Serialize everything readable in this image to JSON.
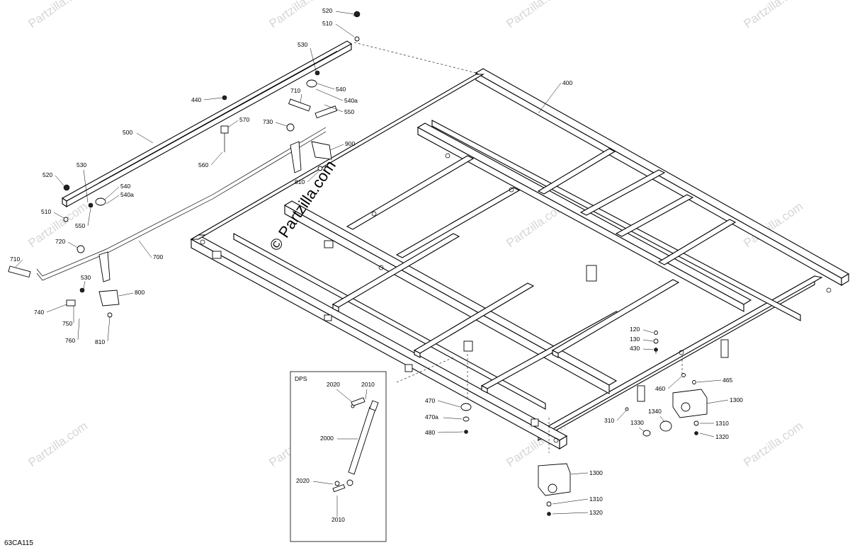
{
  "diagram_code": "63CA115",
  "watermark": {
    "brand": "Partzilla.com",
    "copyright_symbol": "©",
    "center_text": "© Partzilla.com",
    "repeat_text": "Partzilla.com"
  },
  "inset": {
    "title": "DPS",
    "labels": {
      "l2020a": "2020",
      "l2010a": "2010",
      "l2000": "2000",
      "l2020b": "2020",
      "l2010b": "2010"
    }
  },
  "part_labels": {
    "p520_top": "520",
    "p510_top": "510",
    "p530_top": "530",
    "p540_top": "540",
    "p540a_top": "540a",
    "p550_top": "550",
    "p710_top": "710",
    "p440": "440",
    "p570": "570",
    "p730": "730",
    "p900": "900",
    "p500": "500",
    "p560": "560",
    "p810_top": "810",
    "p520_left": "520",
    "p530_left": "530",
    "p540_left": "540",
    "p540a_left": "540a",
    "p510_left": "510",
    "p550_left": "550",
    "p720": "720",
    "p700": "700",
    "p710_left": "710",
    "p530_low": "530",
    "p800": "800",
    "p740": "740",
    "p750": "750",
    "p760": "760",
    "p810_low": "810",
    "p400": "400",
    "p120": "120",
    "p130": "130",
    "p430": "430",
    "p465": "465",
    "p460": "460",
    "p1300_right": "1300",
    "p470": "470",
    "p470a": "470a",
    "p480": "480",
    "p310": "310",
    "p1340": "1340",
    "p1330": "1330",
    "p1310_right": "1310",
    "p1320_right": "1320",
    "p1300_bottom": "1300",
    "p1310_bottom": "1310",
    "p1320_bottom": "1320"
  }
}
